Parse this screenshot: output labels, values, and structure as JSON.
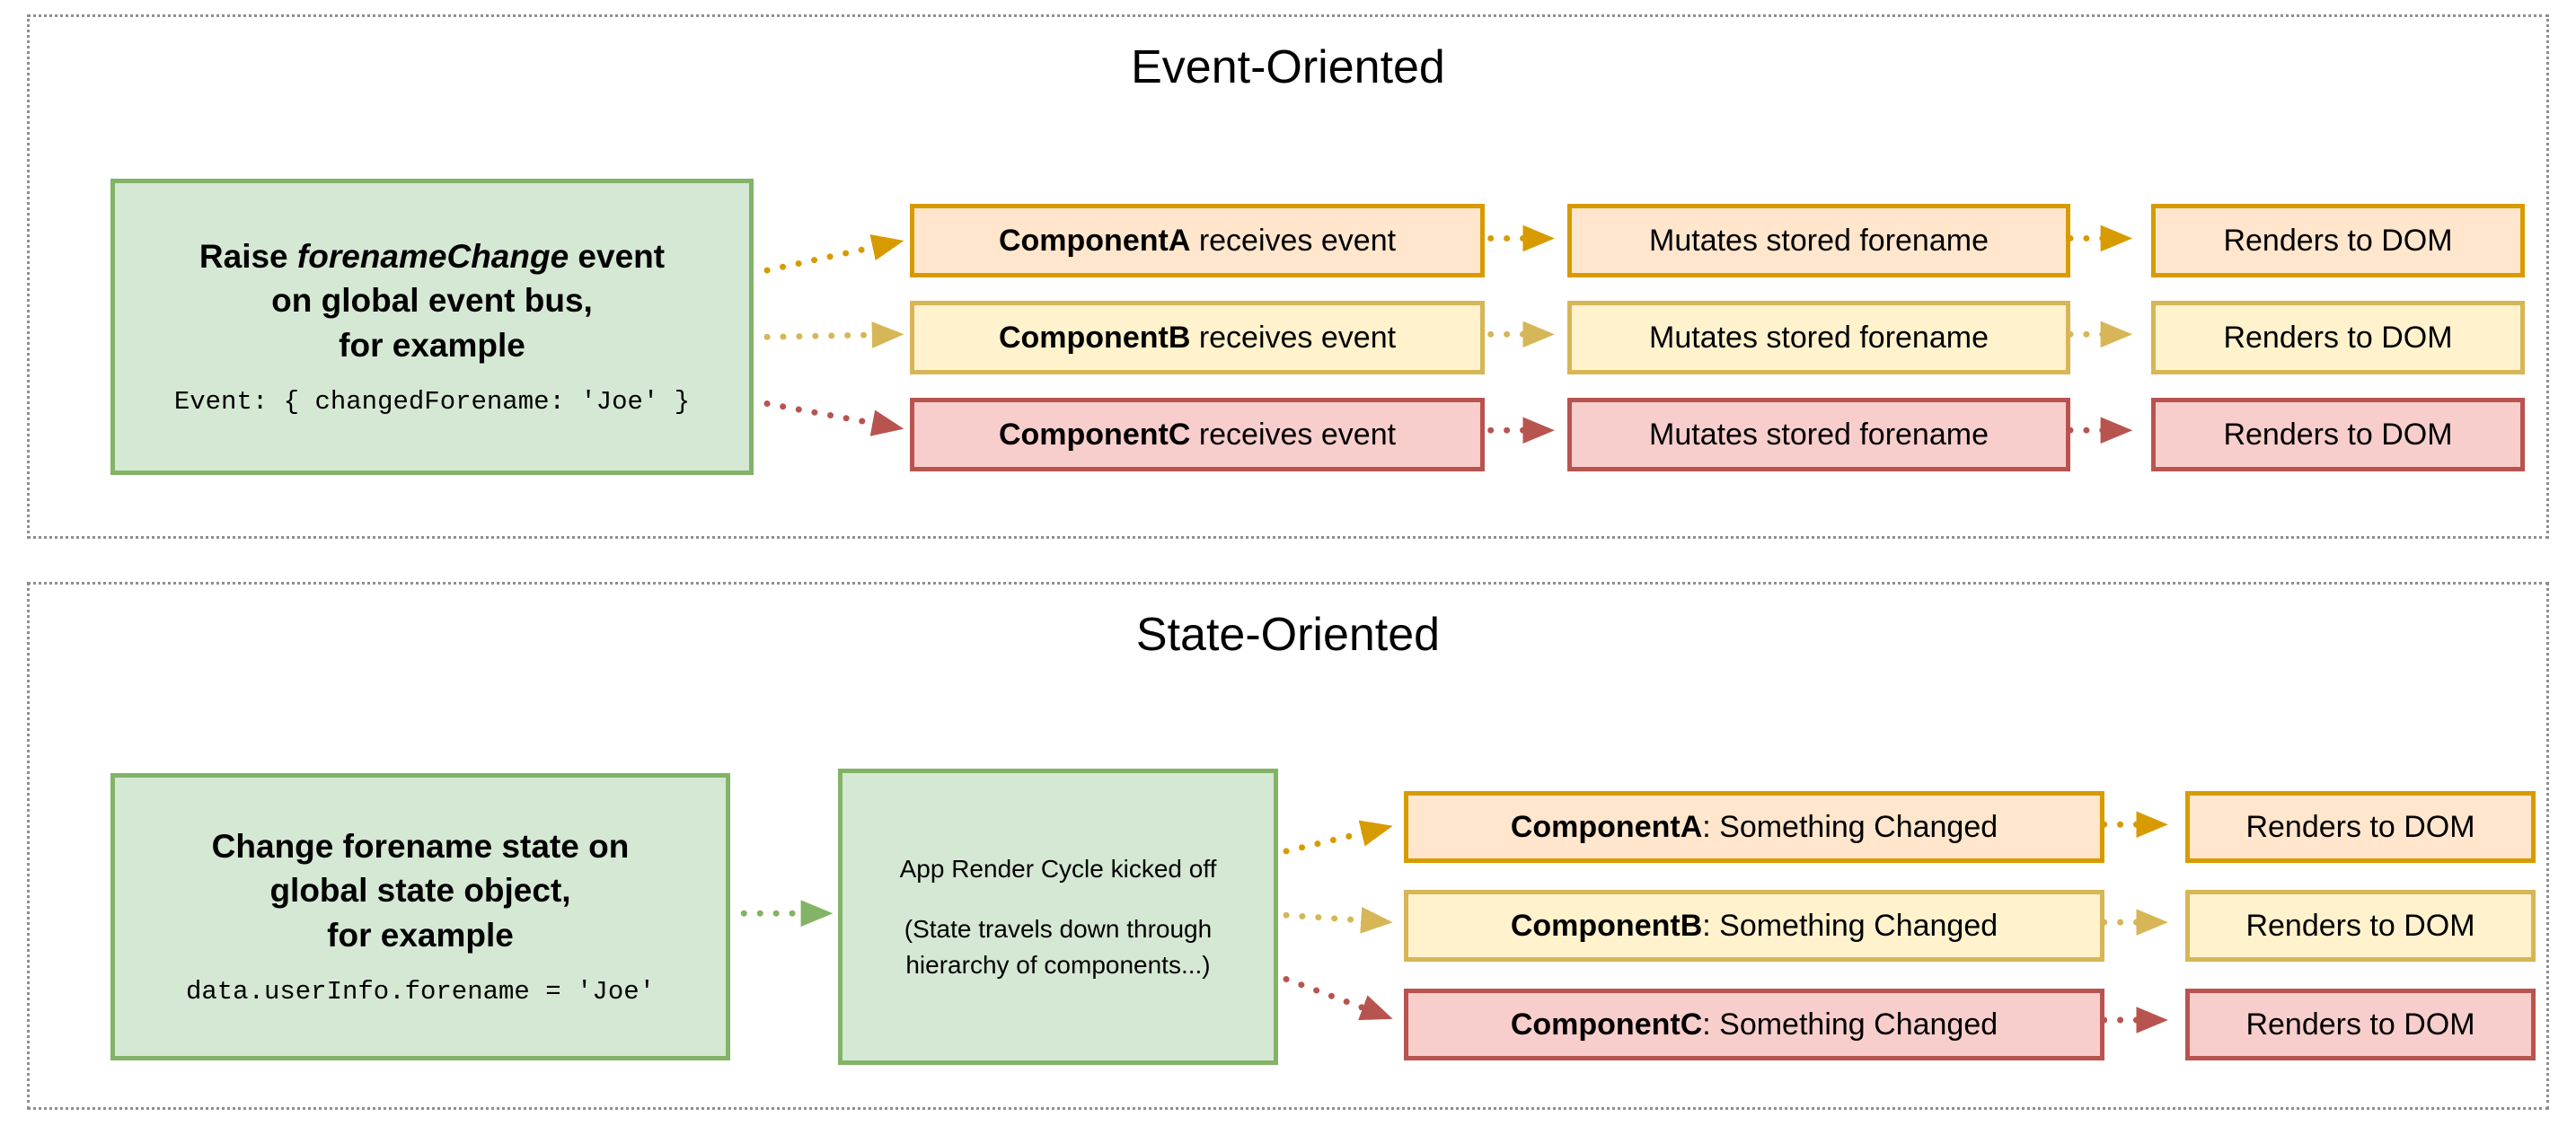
{
  "colors": {
    "green_fill": "#d5e8d4",
    "green_stroke": "#82b366",
    "orange_fill": "#ffe6cc",
    "orange_stroke": "#d79b00",
    "yellow_fill": "#fff2cc",
    "yellow_stroke": "#d6b656",
    "red_fill": "#f8cecc",
    "red_stroke": "#b85450",
    "panel_border": "#8f8f8f"
  },
  "panels": [
    {
      "title": "Event-Oriented",
      "source_box": {
        "line1_prefix": "Raise ",
        "line1_em": "forenameChange",
        "line1_suffix": " event",
        "line2": "on global event bus,",
        "line3": "for example",
        "code": "Event: { changedForename: 'Joe' }"
      },
      "rows": [
        {
          "name": "ComponentA",
          "name_suffix": " receives event",
          "middle": "Mutates stored forename",
          "end": "Renders to DOM"
        },
        {
          "name": "ComponentB",
          "name_suffix": " receives event",
          "middle": "Mutates stored forename",
          "end": "Renders to DOM"
        },
        {
          "name": "ComponentC",
          "name_suffix": " receives event",
          "middle": "Mutates stored forename",
          "end": "Renders to DOM"
        }
      ]
    },
    {
      "title": "State-Oriented",
      "source_box": {
        "line1": "Change forename state on",
        "line2": "global state object,",
        "line3": "for example",
        "code": "data.userInfo.forename = 'Joe'"
      },
      "cycle_box": {
        "line1": "App Render Cycle kicked off",
        "line2": "(State travels down through",
        "line3": "hierarchy of components...)"
      },
      "rows": [
        {
          "name": "ComponentA",
          "name_suffix": ": Something Changed",
          "end": "Renders to DOM"
        },
        {
          "name": "ComponentB",
          "name_suffix": ": Something Changed",
          "end": "Renders to DOM"
        },
        {
          "name": "ComponentC",
          "name_suffix": ": Something Changed",
          "end": "Renders to DOM"
        }
      ]
    }
  ]
}
